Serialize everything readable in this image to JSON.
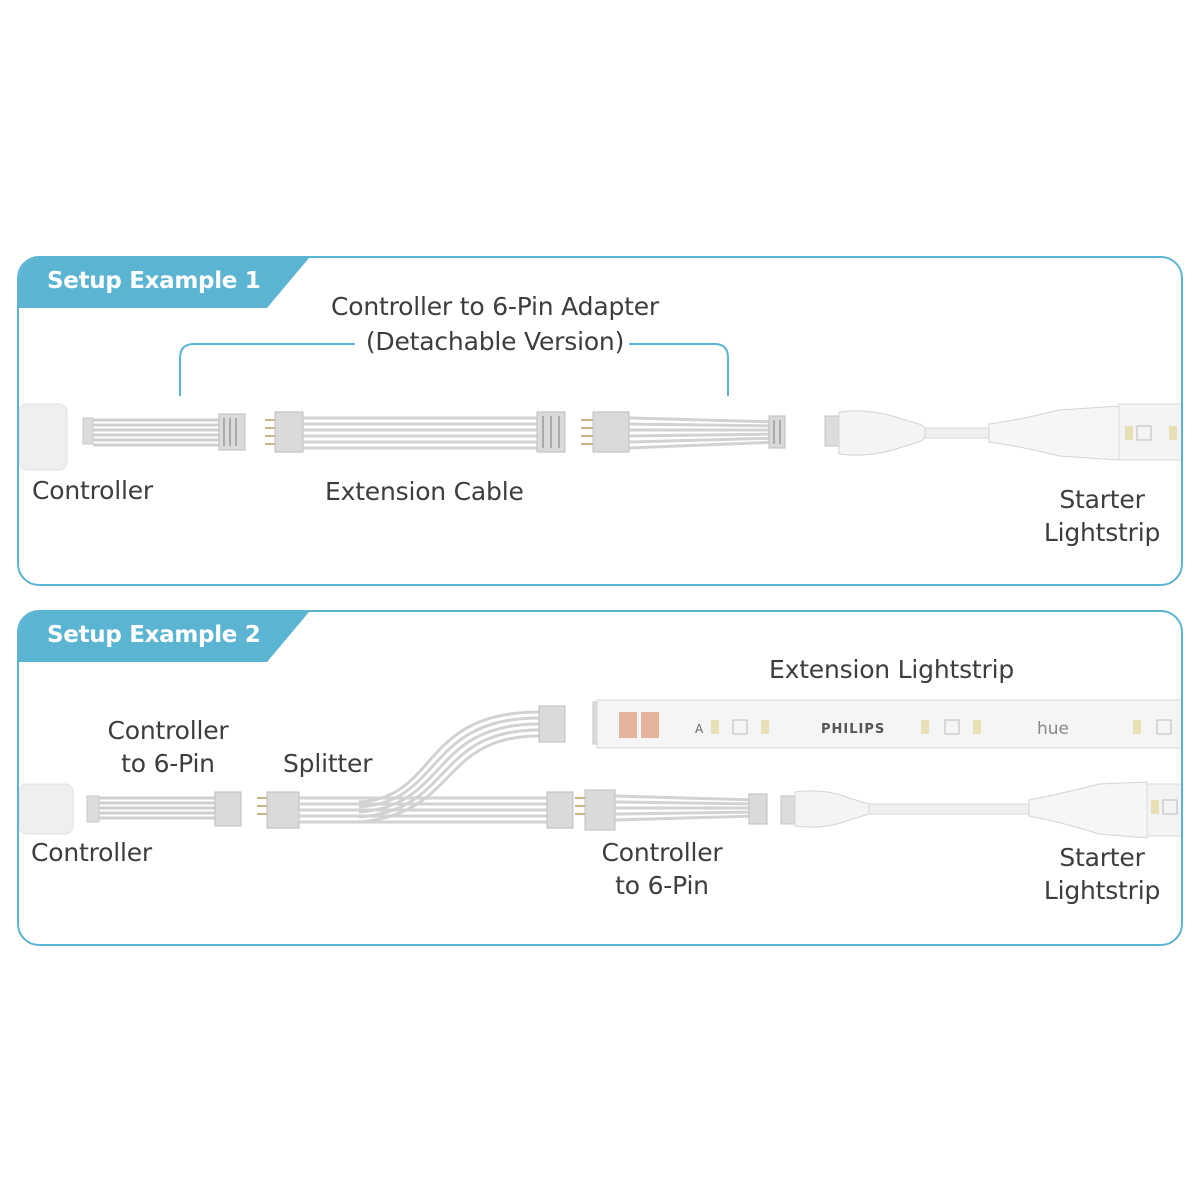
{
  "example1": {
    "tab_label": "Setup Example 1",
    "adapter_label_line1": "Controller to 6-Pin Adapter",
    "adapter_label_line2": "(Detachable Version)",
    "controller_label": "Controller",
    "extension_cable_label": "Extension Cable",
    "starter_label_line1": "Starter",
    "starter_label_line2": "Lightstrip"
  },
  "example2": {
    "tab_label": "Setup Example 2",
    "extension_lightstrip_label": "Extension Lightstrip",
    "controller_6pin_label_line1": "Controller",
    "controller_6pin_label_line2": "to 6-Pin",
    "splitter_label": "Splitter",
    "controller_label": "Controller",
    "controller_6pin_b_label_line1": "Controller",
    "controller_6pin_b_label_line2": "to 6-Pin",
    "starter_label_line1": "Starter",
    "starter_label_line2": "Lightstrip",
    "strip_brand_text": "PHILIPS",
    "strip_logo_text": "hue",
    "strip_marker_text": "A"
  },
  "colors": {
    "accent": "#5ab4d2",
    "tab_fill": "#5ab4d2",
    "text": "#3d3d3d",
    "cable": "#e6e6e6",
    "connector": "#d4d4d4"
  }
}
